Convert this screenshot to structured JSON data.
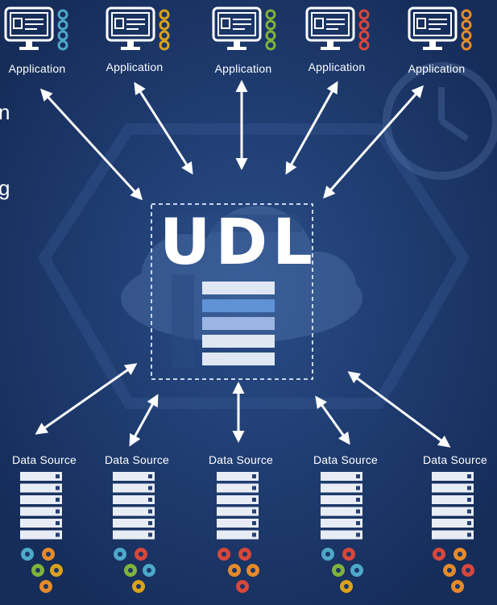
{
  "center": {
    "title": "UDL"
  },
  "side_text": {
    "line1": "n",
    "line2": "g"
  },
  "applications": [
    {
      "label": "Application",
      "dot_color": "#4ea8c9"
    },
    {
      "label": "Application",
      "dot_color": "#d9a21b"
    },
    {
      "label": "Application",
      "dot_color": "#7fb43a"
    },
    {
      "label": "Application",
      "dot_color": "#d8473c"
    },
    {
      "label": "Application",
      "dot_color": "#e58a2a"
    }
  ],
  "data_sources": [
    {
      "label": "Data Source",
      "dot_colors": [
        "#4ea8c9",
        "#e58a2a",
        "#7fb43a",
        "#d9a21b",
        "#e58a2a"
      ]
    },
    {
      "label": "Data Source",
      "dot_colors": [
        "#4ea8c9",
        "#d8473c",
        "#7fb43a",
        "#4ea8c9",
        "#d9a21b"
      ]
    },
    {
      "label": "Data Source",
      "dot_colors": [
        "#d8473c",
        "#d8473c",
        "#e58a2a",
        "#e58a2a",
        "#d8473c"
      ]
    },
    {
      "label": "Data Source",
      "dot_colors": [
        "#4ea8c9",
        "#d8473c",
        "#7fb43a",
        "#4ea8c9",
        "#d9a21b"
      ]
    },
    {
      "label": "Data Source",
      "dot_colors": [
        "#d8473c",
        "#e58a2a",
        "#e58a2a",
        "#d8473c",
        "#e58a2a"
      ]
    }
  ],
  "colors": {
    "background": "#1b3566",
    "arrow": "#ffffff",
    "stack_light": "#dfe7f3",
    "stack_blue": "#5f92d6",
    "stack_mid": "#9cb5e3"
  }
}
